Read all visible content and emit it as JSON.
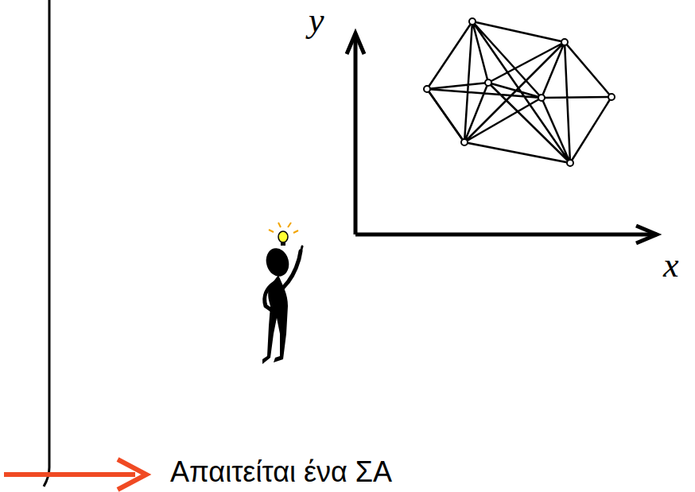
{
  "diagram": {
    "labels": [
      "y",
      "x",
      "Απαιτείται ένα ΣΑ"
    ]
  }
}
